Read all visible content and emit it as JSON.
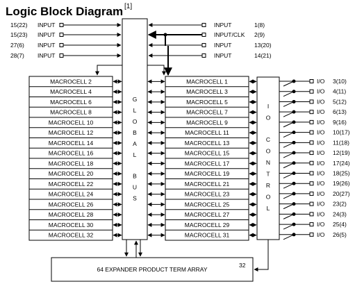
{
  "title": "Logic Block Diagram",
  "title_note": "[1]",
  "global_bus_label": "GLOBAL BUS",
  "io_control_label": "IO CONTROL",
  "expander_label": "64 EXPANDER PRODUCT TERM ARRAY",
  "expander_bus_width": "32",
  "left_inputs": [
    {
      "pin": "15(22)",
      "label": "INPUT"
    },
    {
      "pin": "15(23)",
      "label": "INPUT"
    },
    {
      "pin": "27(6)",
      "label": "INPUT"
    },
    {
      "pin": "28(7)",
      "label": "INPUT"
    }
  ],
  "right_inputs": [
    {
      "label": "INPUT",
      "pin": "1(8)"
    },
    {
      "label": "INPUT/CLK",
      "pin": "2(9)"
    },
    {
      "label": "INPUT",
      "pin": "13(20)"
    },
    {
      "label": "INPUT",
      "pin": "14(21)"
    }
  ],
  "left_macrocells": [
    "MACROCELL 2",
    "MACROCELL 4",
    "MACROCELL 6",
    "MACROCELL 8",
    "MACROCELL 10",
    "MACROCELL 12",
    "MACROCELL 14",
    "MACROCELL 16",
    "MACROCELL 18",
    "MACROCELL 20",
    "MACROCELL 22",
    "MACROCELL 24",
    "MACROCELL 26",
    "MACROCELL 28",
    "MACROCELL 30",
    "MACROCELL 32"
  ],
  "right_macrocells": [
    "MACROCELL 1",
    "MACROCELL 3",
    "MACROCELL 5",
    "MACROCELL 7",
    "MACROCELL 9",
    "MACROCELL 11",
    "MACROCELL 13",
    "MACROCELL 15",
    "MACROCELL 17",
    "MACROCELL 19",
    "MACROCELL 21",
    "MACROCELL 23",
    "MACROCELL 25",
    "MACROCELL 27",
    "MACROCELL 29",
    "MACROCELL 31"
  ],
  "io_label": "I/O",
  "io_pins": [
    "3(10)",
    "4(11)",
    "5(12)",
    "6(13)",
    "9(16)",
    "10(17)",
    "11(18)",
    "12(19)",
    "17(24)",
    "18(25)",
    "19(26)",
    "20(27)",
    "23(2)",
    "24(3)",
    "25(4)",
    "26(5)"
  ]
}
